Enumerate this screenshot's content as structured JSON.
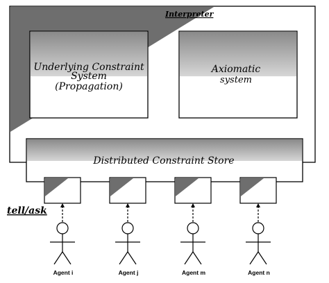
{
  "interpreter": {
    "label": "Interpreter"
  },
  "ucs": {
    "line1": "Underlying Constraint",
    "line2": "System",
    "line3": "(Propagation)"
  },
  "axiomatic": {
    "line1": "Axiomatic",
    "line2": "system"
  },
  "store": {
    "label": "Distributed Constraint Store"
  },
  "tell_ask": {
    "label": "tell/ask"
  },
  "agents": [
    {
      "label": "Agent i"
    },
    {
      "label": "Agent j"
    },
    {
      "label": "Agent m"
    },
    {
      "label": "Agent n"
    }
  ],
  "colors": {
    "dark_gray": "#6e6e6e",
    "gradient_top": "#8a8a8a",
    "gradient_bottom": "#d6d6d6"
  }
}
